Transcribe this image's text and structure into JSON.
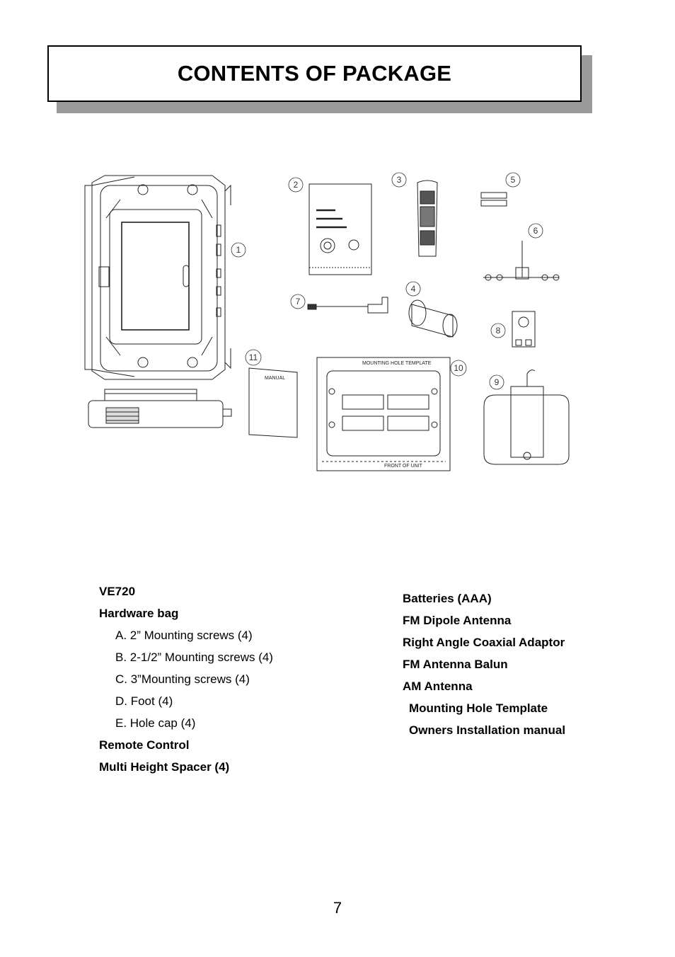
{
  "header": {
    "title": "CONTENTS OF PACKAGE"
  },
  "figure": {
    "callouts": [
      "1",
      "2",
      "3",
      "4",
      "5",
      "6",
      "7",
      "8",
      "9",
      "10",
      "11"
    ],
    "template_title": "MOUNTING HOLE TEMPLATE",
    "template_front": "FRONT OF UNIT",
    "manual_label": "MANUAL"
  },
  "left_list": {
    "item1": "VE720",
    "item2": "Hardware bag",
    "sub_a": "A. 2” Mounting screws (4)",
    "sub_b": "B. 2-1/2” Mounting screws (4)",
    "sub_c": "C. 3”Mounting screws (4)",
    "sub_d": "D. Foot (4)",
    "sub_e": "E. Hole cap (4)",
    "item3": "Remote Control",
    "item4": "Multi Height Spacer (4)"
  },
  "right_list": {
    "item5": "Batteries (AAA)",
    "item6": "FM Dipole Antenna",
    "item7": "Right Angle Coaxial Adaptor",
    "item8": "FM Antenna Balun",
    "item9": "AM Antenna",
    "item10": "Mounting Hole Template",
    "item11": "Owners Installation manual"
  },
  "footer": {
    "page_number": "7"
  }
}
